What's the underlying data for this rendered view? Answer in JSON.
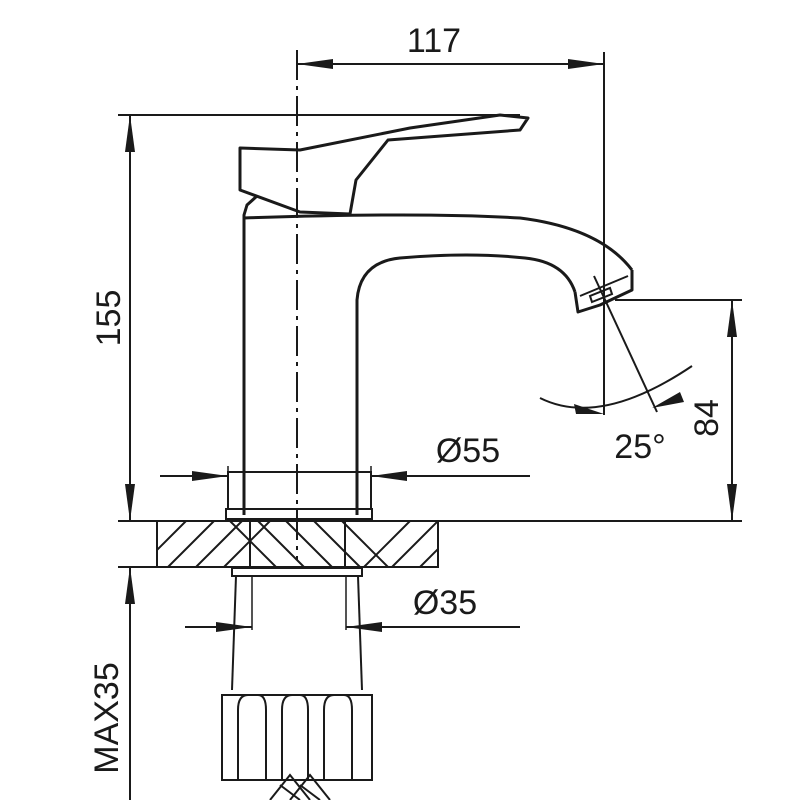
{
  "dimensions": {
    "width_117": "117",
    "height_155": "155",
    "spout_height_84": "84",
    "angle_25": "25°",
    "diameter_55": "Ø55",
    "diameter_35": "Ø35",
    "max_35": "MAX35"
  },
  "colors": {
    "ink": "#1a1a1a",
    "paper": "#ffffff"
  }
}
